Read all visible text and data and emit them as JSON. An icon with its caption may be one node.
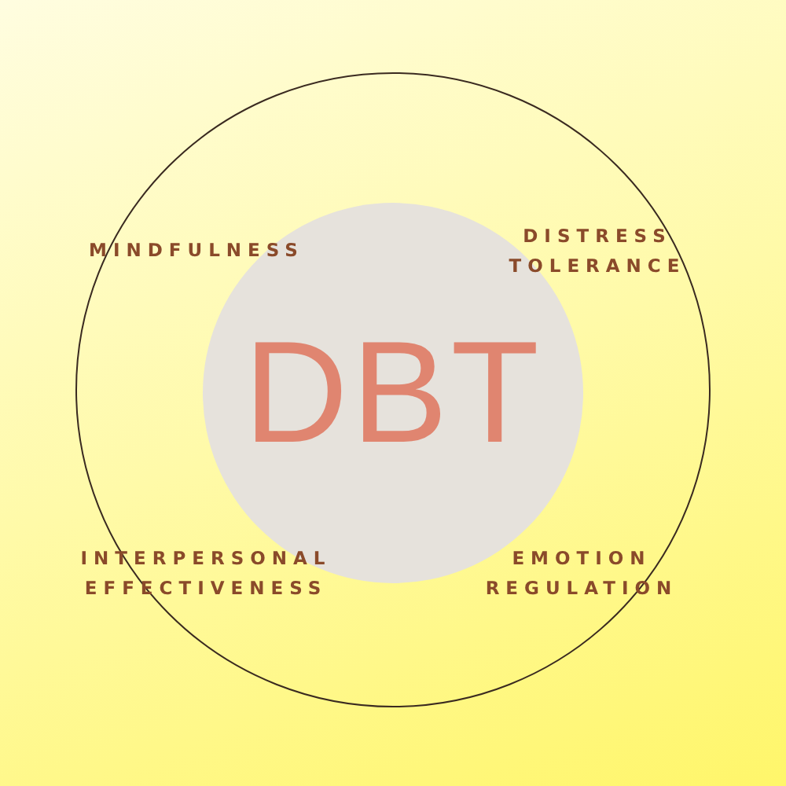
{
  "diagram": {
    "nodes": [
      {
        "text": [],
        "shape": "circle"
      },
      {
        "text": [
          "DBT"
        ],
        "in": 0
      }
    ],
    "labels": [
      "MINDFULNESS",
      "DISTRESS TOLERANCE",
      "INTERPERSONAL EFFECTIVENESS",
      "EMOTION REGULATION"
    ]
  }
}
